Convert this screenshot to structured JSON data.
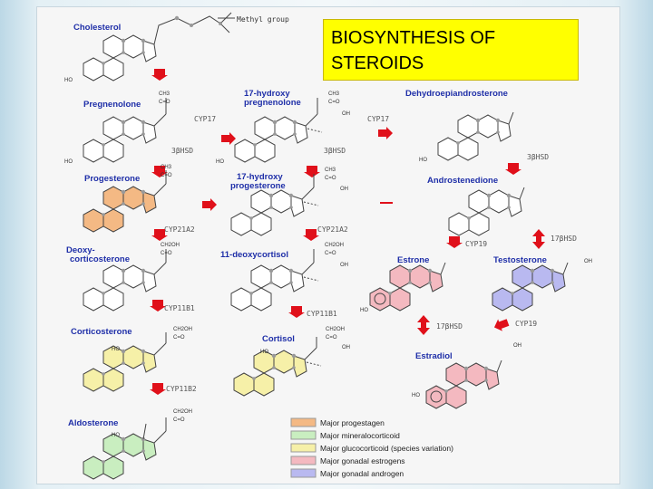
{
  "slide": {
    "title_line1": "BIOSYNTHESIS OF",
    "title_line2": "STEROIDS"
  },
  "labels": {
    "methyl_group": "Methyl group",
    "ch3": "CH3",
    "c_eq_o": "C=O",
    "oh": "OH",
    "ho": "HO",
    "ch2oh": "CH2OH"
  },
  "compounds": [
    {
      "id": "cholesterol",
      "name": "Cholesterol",
      "fill": "white"
    },
    {
      "id": "pregnenolone",
      "name": "Pregnenolone",
      "fill": "white"
    },
    {
      "id": "hydroxypregnenolone",
      "name_line1": "17-hydroxy",
      "name_line2": "pregnenolone",
      "fill": "white"
    },
    {
      "id": "dhea",
      "name": "Dehydroepiandrosterone",
      "fill": "white"
    },
    {
      "id": "progesterone",
      "name": "Progesterone",
      "fill": "progestagen"
    },
    {
      "id": "hydroxyprogesterone",
      "name_line1": "17-hydroxy",
      "name_line2": "progesterone",
      "fill": "white"
    },
    {
      "id": "androstenedione",
      "name": "Androstenedione",
      "fill": "white"
    },
    {
      "id": "deoxycorticosterone",
      "name_line1": "Deoxy-",
      "name_line2": "corticosterone",
      "fill": "white"
    },
    {
      "id": "deoxycortisol",
      "name": "11-deoxycortisol",
      "fill": "white"
    },
    {
      "id": "estrone",
      "name": "Estrone",
      "fill": "estrogen"
    },
    {
      "id": "testosterone",
      "name": "Testosterone",
      "fill": "androgen"
    },
    {
      "id": "corticosterone",
      "name": "Corticosterone",
      "fill": "glucocorticoid"
    },
    {
      "id": "cortisol",
      "name": "Cortisol",
      "fill": "glucocorticoid"
    },
    {
      "id": "estradiol",
      "name": "Estradiol",
      "fill": "estrogen"
    },
    {
      "id": "aldosterone",
      "name": "Aldosterone",
      "fill": "mineralocorticoid"
    }
  ],
  "enzymes": {
    "cyp17": "CYP17",
    "hsd3b": "3βHSD",
    "cyp21a2": "CYP21A2",
    "cyp19": "CYP19",
    "hsd17b": "17βHSD",
    "cyp11b1": "CYP11B1",
    "cyp11b2": "CYP11B2"
  },
  "legend": [
    {
      "label": "Major progestagen",
      "color": "#f4b984"
    },
    {
      "label": "Major mineralocorticoid",
      "color": "#c9eec0"
    },
    {
      "label": "Major glucocorticoid (species variation)",
      "color": "#f6f0a8"
    },
    {
      "label": "Major gonadal estrogens",
      "color": "#f4b9c0"
    },
    {
      "label": "Major gonadal androgen",
      "color": "#b9b9f0"
    }
  ],
  "colors": {
    "white": "#ffffff",
    "progestagen": "#f4b984",
    "mineralocorticoid": "#c9eec0",
    "glucocorticoid": "#f6f0a8",
    "estrogen": "#f4b9c0",
    "androgen": "#b9b9f0",
    "name_text": "#1f2fa8",
    "enzyme_text": "#555555",
    "arrow": "#e0101a",
    "title_bg": "#ffff00"
  }
}
